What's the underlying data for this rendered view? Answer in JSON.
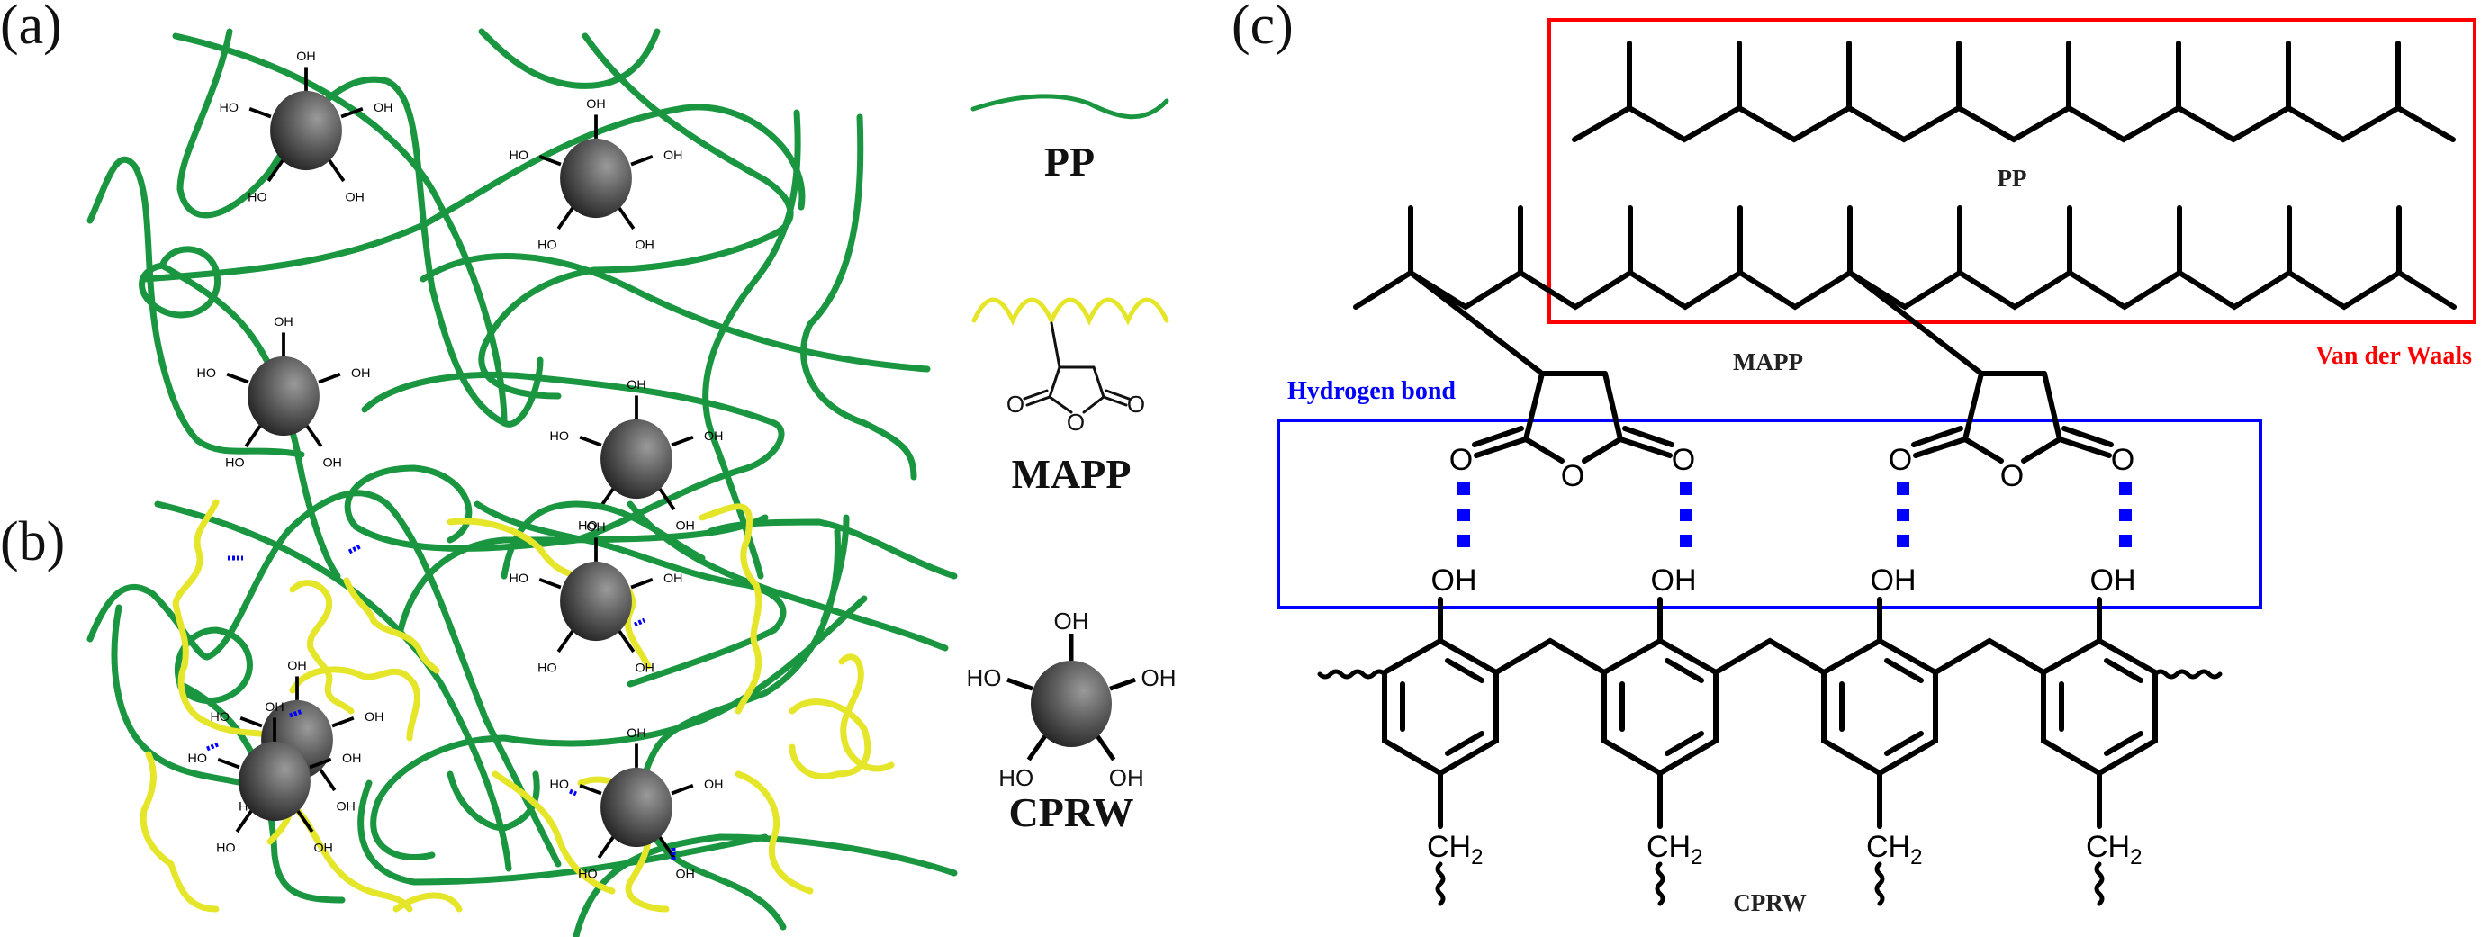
{
  "figure": {
    "panels": {
      "a": {
        "label": "(a)"
      },
      "b": {
        "label": "(b)"
      },
      "c": {
        "label": "(c)"
      }
    },
    "legend": {
      "pp": {
        "label": "PP"
      },
      "mapp": {
        "label": "MAPP"
      },
      "cprw": {
        "label": "CPRW",
        "hydroxyls": [
          "OH",
          "HO",
          "OH",
          "HO",
          "OH"
        ]
      }
    },
    "panel_c": {
      "pp_label": "PP",
      "mapp_label": "MAPP",
      "cprw_label": "CPRW",
      "hydrogen_bond_label": "Hydrogen bond",
      "van_der_waals_label": "Van der Waals",
      "oxygen": "O",
      "hydroxyl": "OH",
      "methylene": "CH",
      "methylene_subscript": "2",
      "upper_pp_methyl_count": 8,
      "lower_mapp_methyl_count": 10,
      "phenol_unit_count": 4
    },
    "sphere_labels": {
      "oh": "OH",
      "ho": "HO"
    },
    "colors": {
      "pp_chain": "#1a9641",
      "mapp_chain": "#e5e52a",
      "hydrogen_bond": "#0000ff",
      "van_der_waals_box": "#ff0000",
      "hydrogen_bond_box": "#0000ff",
      "sphere": "#4a4a4a"
    }
  }
}
